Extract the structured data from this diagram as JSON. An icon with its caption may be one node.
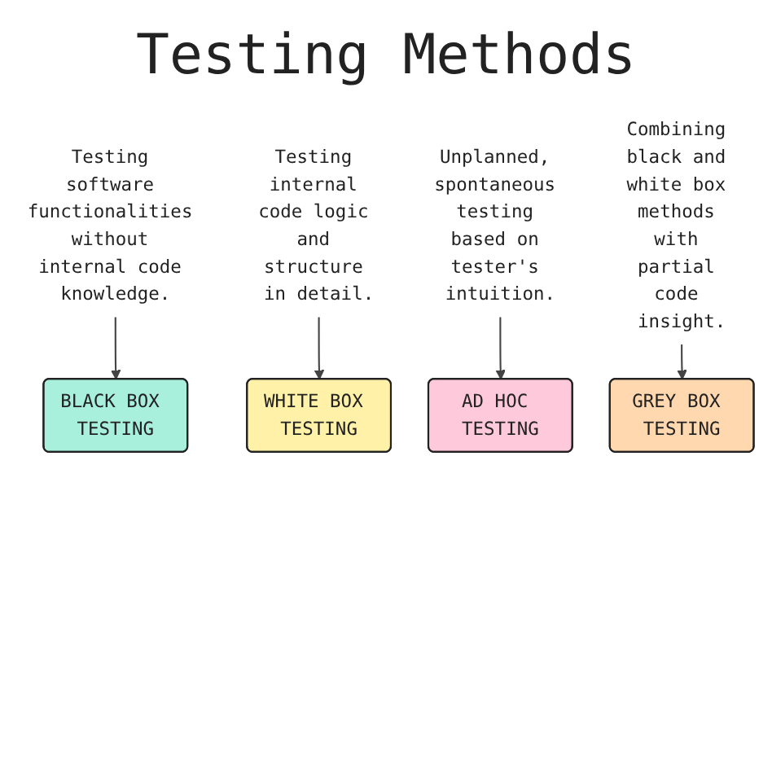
{
  "diagram": {
    "title": "Testing Methods",
    "nodes": [
      {
        "text": [
          "Testing software functionalities without internal code knowledge."
        ]
      },
      {
        "text": [
          "Testing internal code logic and structure in detail."
        ]
      },
      {
        "text": [
          "BLACK BOX TESTING"
        ]
      },
      {
        "text": [
          "WHITE BOX TESTING"
        ]
      },
      {
        "text": [
          "Unplanned, spontaneous testing based on tester's intuition."
        ]
      },
      {
        "text": [
          "Combining black and white box methods with partial code insight."
        ]
      },
      {
        "text": [
          "AD HOC TESTING"
        ]
      },
      {
        "text": [
          "GREY BOX TESTING"
        ]
      }
    ],
    "edges": [
      {
        "from": 0,
        "to": 2,
        "arrow": "to"
      },
      {
        "from": 1,
        "to": 3,
        "arrow": "to"
      },
      {
        "from": 4,
        "to": 6,
        "arrow": "to"
      },
      {
        "from": 5,
        "to": 7,
        "arrow": "to"
      }
    ]
  }
}
